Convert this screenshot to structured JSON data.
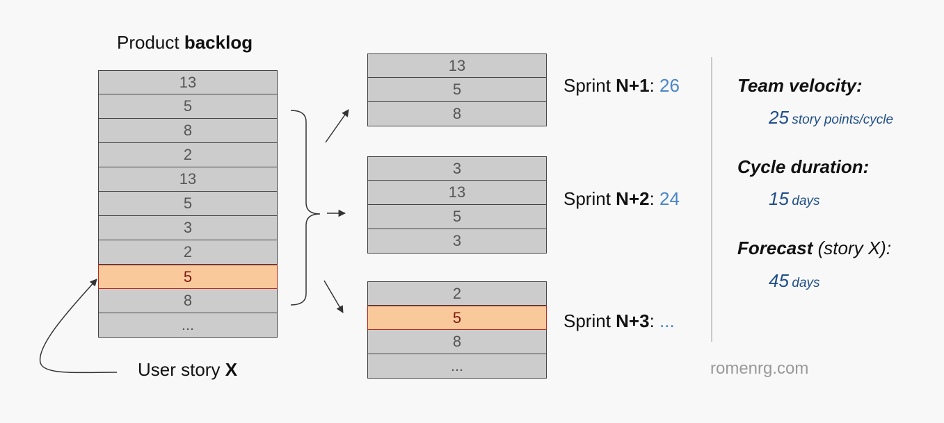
{
  "backlog": {
    "title_prefix": "Product ",
    "title_bold": "backlog",
    "cells": [
      "13",
      "5",
      "8",
      "2",
      "13",
      "5",
      "3",
      "2",
      "5",
      "8",
      "..."
    ],
    "highlight_index": 8
  },
  "sprints": [
    {
      "label_prefix": "Sprint ",
      "label_bold": "N+1",
      "sep": ": ",
      "points": "26",
      "cells": [
        "13",
        "5",
        "8"
      ],
      "highlight_index": -1
    },
    {
      "label_prefix": "Sprint ",
      "label_bold": "N+2",
      "sep": ": ",
      "points": "24",
      "cells": [
        "3",
        "13",
        "5",
        "3"
      ],
      "highlight_index": -1
    },
    {
      "label_prefix": "Sprint ",
      "label_bold": "N+3",
      "sep": ": ",
      "points": "...",
      "cells": [
        "2",
        "5",
        "8",
        "..."
      ],
      "highlight_index": 1
    }
  ],
  "user_story": {
    "prefix": "User story ",
    "bold": "X"
  },
  "info": {
    "velocity_head": "Team velocity:",
    "velocity_value": "25",
    "velocity_unit": "story points/cycle",
    "duration_head": "Cycle duration:",
    "duration_value": "15",
    "duration_unit": "days",
    "forecast_head": "Forecast",
    "forecast_sub": " (story X):",
    "forecast_value": "45",
    "forecast_unit": "days"
  },
  "footer": "romenrg.com",
  "colors": {
    "cell_bg": "#cccccc",
    "highlight_bg": "#f9c99c",
    "highlight_border": "#b5291b",
    "points_blue": "#4a86c8",
    "info_blue": "#1f4e8a"
  }
}
